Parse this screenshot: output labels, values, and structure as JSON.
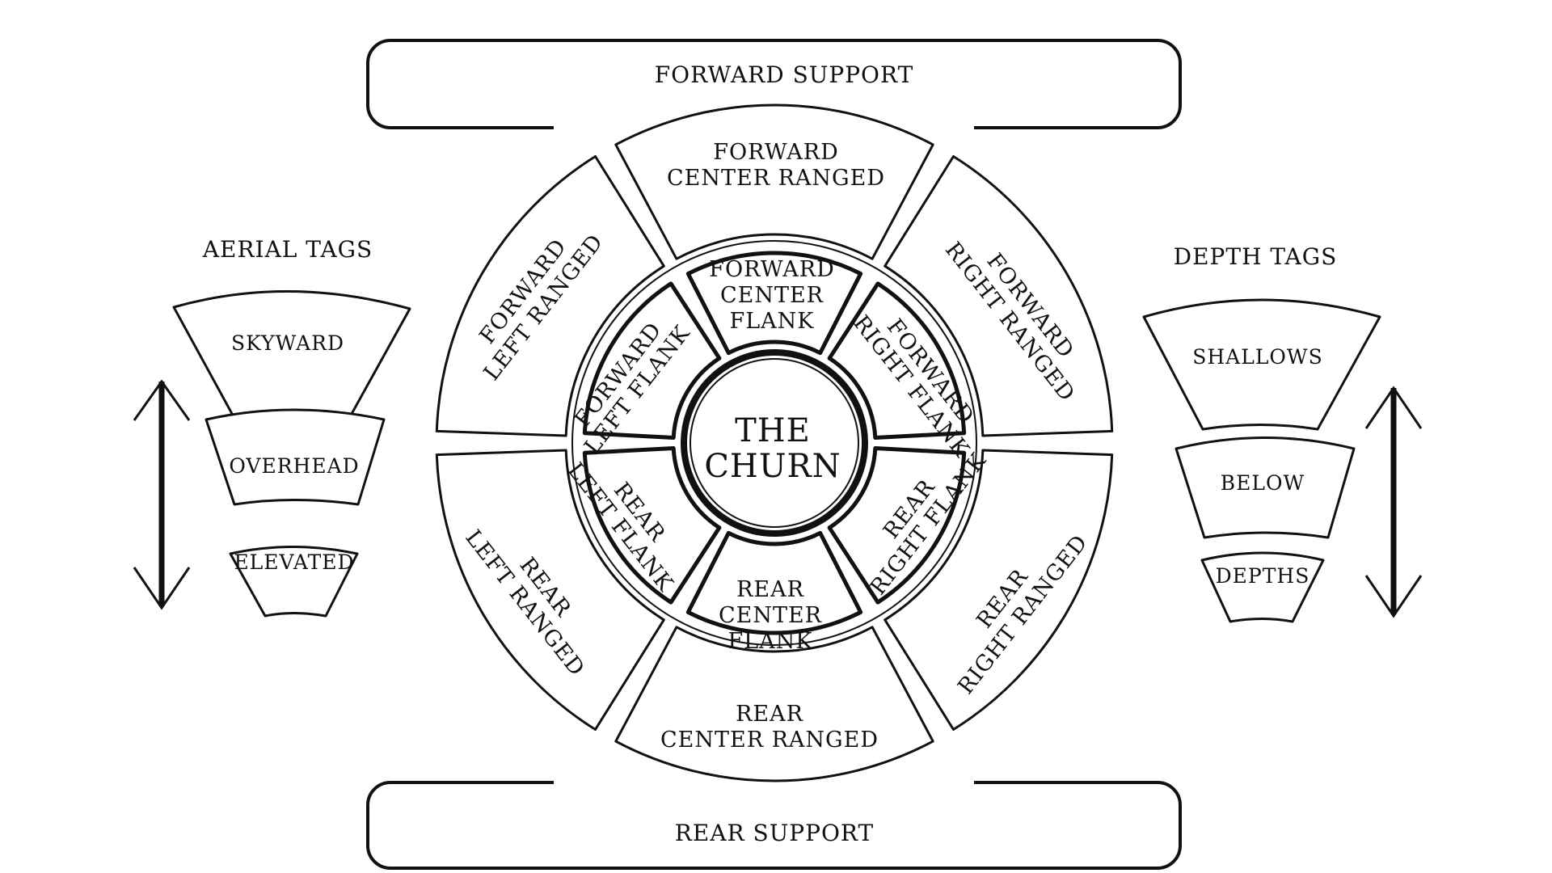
{
  "support": {
    "forward": "FORWARD SUPPORT",
    "rear": "REAR SUPPORT"
  },
  "center": {
    "line1": "THE",
    "line2": "CHURN"
  },
  "inner_ring": {
    "forward_center_flank": [
      "FORWARD",
      "CENTER",
      "FLANK"
    ],
    "forward_right_flank": [
      "FORWARD",
      "RIGHT FLANK"
    ],
    "forward_left_flank": [
      "FORWARD",
      "LEFT FLANK"
    ],
    "rear_right_flank": [
      "REAR",
      "RIGHT FLANK"
    ],
    "rear_left_flank": [
      "REAR",
      "LEFT FLANK"
    ],
    "rear_center_flank": [
      "REAR",
      "CENTER",
      "FLANK"
    ]
  },
  "outer_ring": {
    "forward_center_ranged": [
      "FORWARD",
      "CENTER RANGED"
    ],
    "forward_right_ranged": [
      "FORWARD",
      "RIGHT RANGED"
    ],
    "forward_left_ranged": [
      "FORWARD",
      "LEFT RANGED"
    ],
    "rear_right_ranged": [
      "REAR",
      "RIGHT RANGED"
    ],
    "rear_left_ranged": [
      "REAR",
      "LEFT RANGED"
    ],
    "rear_center_ranged": [
      "REAR",
      "CENTER RANGED"
    ]
  },
  "aerial": {
    "title": "AERIAL TAGS",
    "tags": [
      "SKYWARD",
      "OVERHEAD",
      "ELEVATED"
    ],
    "arrow_icon": "double-arrow-vertical-icon"
  },
  "depth": {
    "title": "DEPTH TAGS",
    "tags": [
      "SHALLOWS",
      "BELOW",
      "DEPTHS"
    ],
    "arrow_icon": "double-arrow-vertical-icon"
  },
  "colors": {
    "ink": "#111111",
    "paper": "#ffffff"
  }
}
